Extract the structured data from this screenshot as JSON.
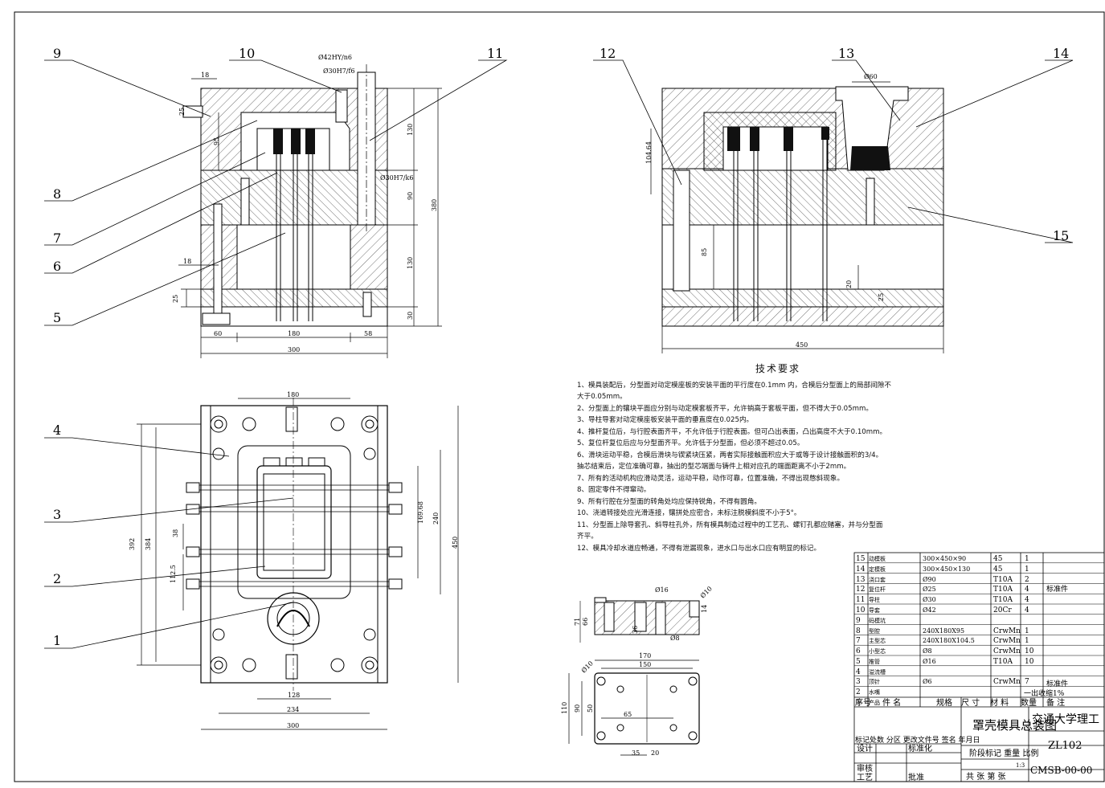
{
  "leaders": [
    "1",
    "2",
    "3",
    "4",
    "5",
    "6",
    "7",
    "8",
    "9",
    "10",
    "11",
    "12",
    "13",
    "14",
    "15"
  ],
  "dims": {
    "front_18_top": "18",
    "front_25_top": "25",
    "front_95": "95",
    "fit_042": "Ø42HY/n6",
    "fit_030f6": "Ø30H7/f6",
    "fit_030k6": "Ø30H7/k6",
    "v130a": "130",
    "v90": "90",
    "v130b": "130",
    "v30": "30",
    "v380": "380",
    "h18": "18",
    "h25": "25",
    "b60": "60",
    "b180": "180",
    "b58": "58",
    "b300": "300",
    "s060": "Ø60",
    "s104": "104.64",
    "s85": "85",
    "s20": "20",
    "s25": "25",
    "s450": "450",
    "p180": "180",
    "p392": "392",
    "p384": "384",
    "p38": "38",
    "p112": "112.5",
    "p169": "169.68",
    "p240": "240",
    "p450": "450",
    "p128": "128",
    "p234": "234",
    "p300": "300",
    "d016": "Ø16",
    "d010": "Ø10",
    "d71": "71",
    "d66": "66",
    "d36": "36",
    "d08": "Ø8",
    "d14": "14",
    "d170": "170",
    "d150": "150",
    "d110": "110",
    "d90": "90",
    "d50": "50",
    "d65": "65",
    "d35": "35",
    "d20": "20",
    "d010b": "Ø10"
  },
  "tech": {
    "title": "技术要求",
    "lines": [
      "1、模具装配后，分型面对动定模座板的安装平面的平行度在0.1mm 内，合模后分型面上的局部间隙不",
      "大于0.05mm。",
      "2、分型面上的镶块平面应分别与动定模套板齐平，允许销高于套板平面，但不得大于0.05mm。",
      "3、导柱导套对动定模座板安装平面的垂直度在0.025内。",
      "4、推杆复位后，与行腔表面齐平，不允许低于行腔表面。但可凸出表面，凸出高度不大于0.10mm。",
      "5、复位杆复位后应与分型面齐平。允许低于分型面，但必须不超过0.05。",
      "6、滑块运动平稳，合模后滑块与锲紧块压紧，两者实际接触面积应大于或等于设计接触面积的3/4。",
      "抽芯结束后，定位准确可靠，抽出的型芯端面与铸件上相对应孔的端面距离不小于2mm。",
      "7、所有的活动机构应滑动灵活，运动平稳，动作可靠，位置准确，不得出现憋斜现象。",
      "8、固定零件不得窜动。",
      "9、所有行腔在分型面的转角处均应保持锐角，不得有圆角。",
      "10、浇道转接处应光滑连接，镶拼处应密合，未标注脱模斜度不小于5°。",
      "11、分型面上除导套孔、斜导柱孔外，所有模具制造过程中的工艺孔、螺钉孔都应赌塞，并与分型面",
      "齐平。",
      "12、模具冷却水道应畅通，不得有泄漏现象，进水口与出水口应有明显的标记。"
    ]
  },
  "bom": [
    {
      "no": "15",
      "name": "动模板",
      "spec": "300×450×90",
      "mat": "45",
      "qty": "1",
      "note": ""
    },
    {
      "no": "14",
      "name": "定模板",
      "spec": "300×450×130",
      "mat": "45",
      "qty": "1",
      "note": ""
    },
    {
      "no": "13",
      "name": "浇口套",
      "spec": "Ø90",
      "mat": "T10A",
      "qty": "2",
      "note": ""
    },
    {
      "no": "12",
      "name": "复位杆",
      "spec": "Ø25",
      "mat": "T10A",
      "qty": "4",
      "note": "标准件"
    },
    {
      "no": "11",
      "name": "导柱",
      "spec": "Ø30",
      "mat": "T10A",
      "qty": "4",
      "note": ""
    },
    {
      "no": "10",
      "name": "导套",
      "spec": "Ø42",
      "mat": "20Cr",
      "qty": "4",
      "note": ""
    },
    {
      "no": "9",
      "name": "码模坑",
      "spec": "",
      "mat": "",
      "qty": "",
      "note": ""
    },
    {
      "no": "8",
      "name": "型腔",
      "spec": "240X180X95",
      "mat": "CrwMn",
      "qty": "1",
      "note": ""
    },
    {
      "no": "7",
      "name": "主型芯",
      "spec": "240X180X104.5",
      "mat": "CrwMn",
      "qty": "1",
      "note": ""
    },
    {
      "no": "6",
      "name": "小型芯",
      "spec": "Ø8",
      "mat": "CrwMn",
      "qty": "10",
      "note": ""
    },
    {
      "no": "5",
      "name": "推管",
      "spec": "Ø16",
      "mat": "T10A",
      "qty": "10",
      "note": ""
    },
    {
      "no": "4",
      "name": "溢流槽",
      "spec": "",
      "mat": "",
      "qty": "",
      "note": ""
    },
    {
      "no": "3",
      "name": "顶针",
      "spec": "Ø6",
      "mat": "CrwMn",
      "qty": "7",
      "note": ""
    },
    {
      "no": "2",
      "name": "水嘴",
      "spec": "",
      "mat": "",
      "qty": "",
      "note": "标准件"
    },
    {
      "no": "1",
      "name": "产品",
      "spec": "",
      "mat": "",
      "qty": "",
      "note": "一出收缩1%"
    }
  ],
  "bom_header": {
    "no": "序号",
    "name": "件  名",
    "spec": "规格",
    "size": "尺  寸",
    "mat": "材  料",
    "qty": "数量",
    "note": "备  注"
  },
  "title_block": {
    "drawing_name": "罩壳模具总装图",
    "school": "交通大学理工",
    "material": "ZL102",
    "code": "CMSB-00-00",
    "scale": "1:3",
    "row_marks": "标记处数 分区 更改文件号 签名 年月日",
    "design": "设计",
    "standard": "标准化",
    "stage": "阶段标记 重量 比例",
    "review": "审核",
    "process": "工艺",
    "approve": "批准",
    "sheets": "共   张 第   张"
  }
}
